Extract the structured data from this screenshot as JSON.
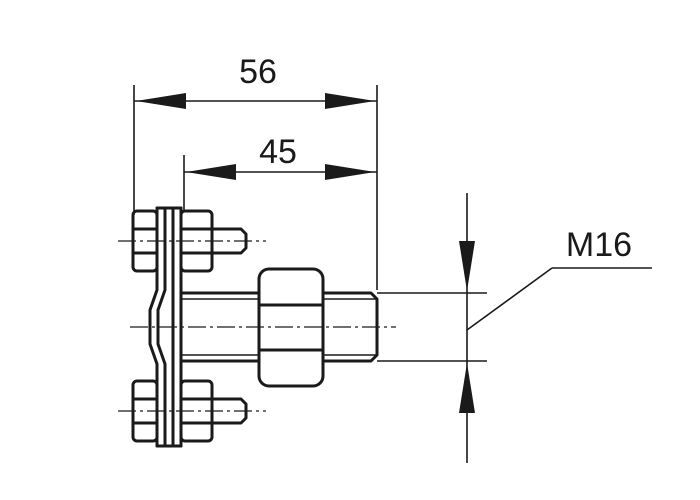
{
  "dimensions": {
    "overall_length": "56",
    "bolt_length": "45",
    "thread_size": "M16"
  },
  "colors": {
    "line": "#1a1a1a",
    "background": "#ffffff"
  }
}
